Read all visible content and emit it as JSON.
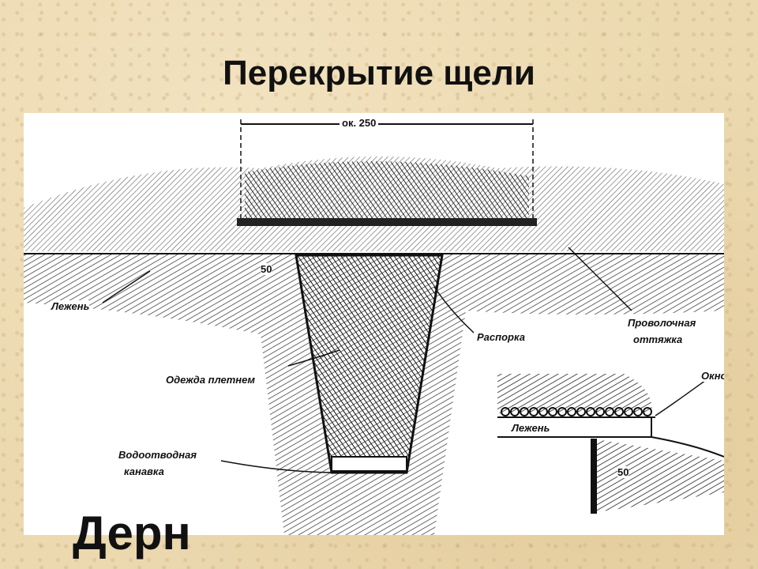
{
  "slide": {
    "title": "Перекрытие щели",
    "background_text": "Дерн"
  },
  "diagram": {
    "labels": {
      "width_dim": "ок. 250",
      "dim_50_top": "50",
      "lezhen_left": "Лежень",
      "rasporka": "Распорка",
      "ottyazhka_1": "Проволочная",
      "ottyazhka_2": "оттяжка",
      "odezhda": "Одежда плетнем",
      "kanavka_1": "Водоотводная",
      "kanavka_2": "канавка",
      "okno": "Окно",
      "lezhen_right": "Лежень",
      "dim_50_bottom": "50"
    }
  }
}
